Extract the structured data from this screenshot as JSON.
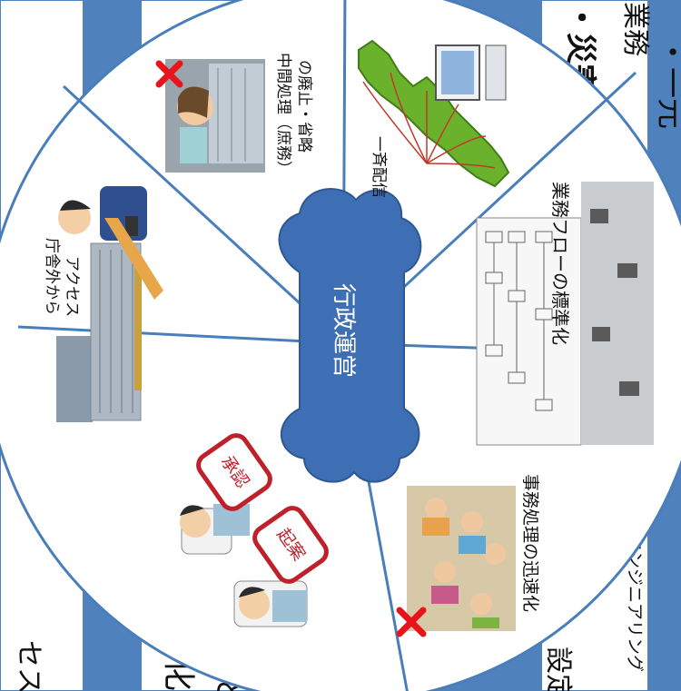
{
  "hub": {
    "label": "行政運営"
  },
  "spokes": [
    {
      "id": "access",
      "label_lines": [
        "庁舎外から",
        "アクセス"
      ],
      "mark": ""
    },
    {
      "id": "intermediate",
      "label_lines": [
        "中間処理（庶務）",
        "の廃止・省略"
      ],
      "mark": "x"
    },
    {
      "id": "broadcast",
      "label_lines": [
        "一斉配信"
      ],
      "mark": ""
    },
    {
      "id": "workflow",
      "label_lines": [
        "業務フローの標準化"
      ],
      "mark": ""
    },
    {
      "id": "speedup",
      "label_lines": [
        "事務処理の迅速化"
      ],
      "mark": "x"
    },
    {
      "id": "approval",
      "label_lines": [],
      "stamps": [
        "承認",
        "起案"
      ],
      "mark": ""
    }
  ],
  "background": {
    "top_left": "セス",
    "top_right": [
      "・災害時の",
      "業務"
    ],
    "bottom_left_1": "化",
    "bottom_left_2": "と",
    "bottom_mid": "設定",
    "bottom_mid_small": "エンジニアリング",
    "right_bottom": "・一元"
  },
  "colors": {
    "band": "#4f81bd",
    "circle_stroke": "#4a7ebb",
    "cloud": "#3e6fb5",
    "mark": "#e8141b",
    "stamp": "#c0202a"
  }
}
